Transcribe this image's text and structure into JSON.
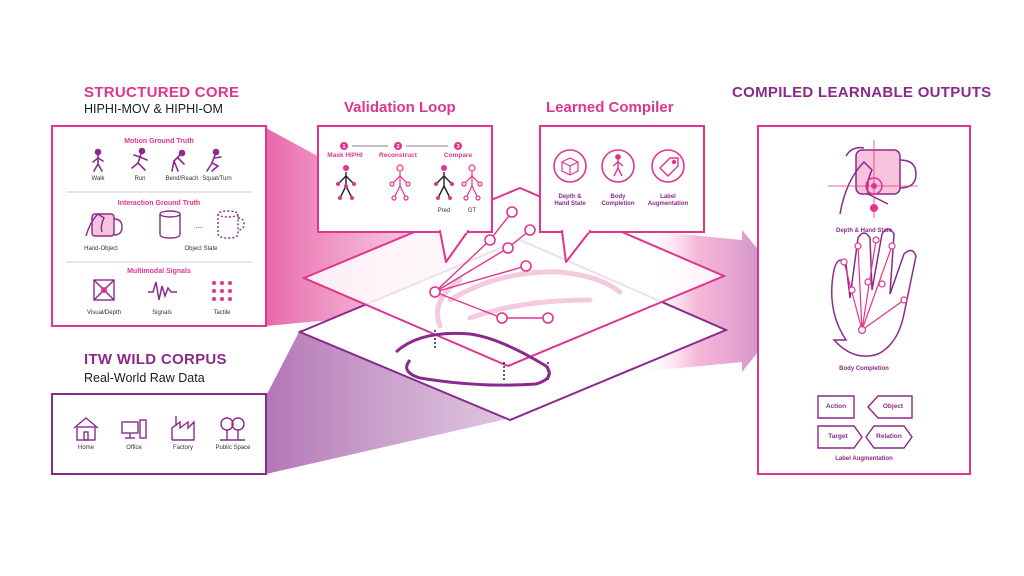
{
  "structured_core": {
    "title": "STRUCTURED CORE",
    "subtitle": "HIPHI-MOV & HIPHI-OM",
    "motion": {
      "title": "Motion Ground Truth",
      "items": [
        "Walk",
        "Run",
        "Bend/Reach",
        "Squat/Turn"
      ]
    },
    "interaction": {
      "title": "Interaction Ground Truth",
      "items": [
        "Hand-Object",
        "Object State"
      ]
    },
    "multimodal": {
      "title": "Multimodal Signals",
      "items": [
        "Visual/Depth",
        "Signals",
        "Tactile"
      ]
    }
  },
  "wild_corpus": {
    "title": "ITW WILD CORPUS",
    "subtitle": "Real-World Raw Data",
    "items": [
      "Home",
      "Office",
      "Factory",
      "Public Space"
    ]
  },
  "validation_loop": {
    "title": "Validation Loop",
    "steps": [
      {
        "num": "1",
        "label": "Mask HIPHI"
      },
      {
        "num": "2",
        "label": "Reconstruct"
      },
      {
        "num": "3",
        "label": "Compare"
      }
    ],
    "pred_label": "Pred",
    "gt_label": "GT"
  },
  "learned_compiler": {
    "title": "Learned Compiler",
    "items": [
      {
        "line1": "Depth &",
        "line2": "Hand State"
      },
      {
        "line1": "Body",
        "line2": "Completion"
      },
      {
        "line1": "Label",
        "line2": "Augmentation"
      }
    ]
  },
  "outputs": {
    "title": "COMPILED LEARNABLE OUTPUTS",
    "depth_label": "Depth & Hand State",
    "body_label": "Body Completion",
    "tags": [
      "Action",
      "Object",
      "Target",
      "Relation"
    ],
    "augment_label": "Label Augmentation"
  },
  "colors": {
    "pink": "#e0358f",
    "purple": "#8a2a8c",
    "light_pink": "#f6c2de",
    "lavender": "#c89bc6"
  },
  "icons": [
    "walk-icon",
    "run-icon",
    "bend-icon",
    "squat-icon",
    "hand-mug-icon",
    "mug-icon",
    "depth-icon",
    "signal-icon",
    "tactile-icon",
    "home-icon",
    "office-icon",
    "factory-icon",
    "park-icon",
    "cube-icon",
    "person-icon",
    "tag-icon",
    "right-arrow-icon"
  ]
}
